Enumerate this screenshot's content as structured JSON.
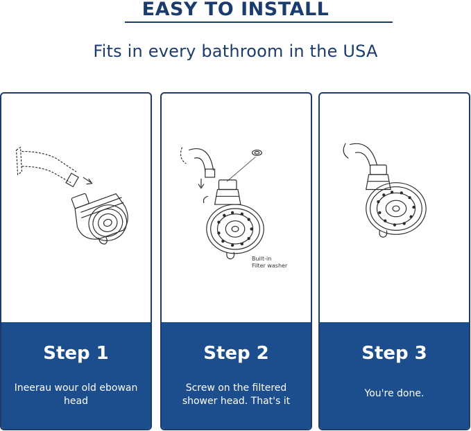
{
  "header": {
    "title": "EASY TO INSTALL",
    "subtitle": "Fits in every bathroom in the USA"
  },
  "colors": {
    "brand_navy": "#1d3c6e",
    "panel_blue": "#1c4d8c",
    "line_art": "#2b2b2b"
  },
  "steps": [
    {
      "title": "Step 1",
      "text": "Ineerau wour old ebowan head"
    },
    {
      "title": "Step 2",
      "text": "Screw on the filtered shower head. That's it",
      "callout_line1": "Built-in",
      "callout_line2": "Filter washer"
    },
    {
      "title": "Step 3",
      "text": "You're done."
    }
  ]
}
